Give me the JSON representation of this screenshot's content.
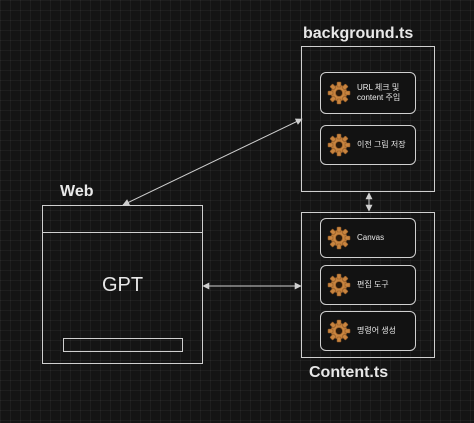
{
  "web": {
    "title": "Web",
    "screen_label": "GPT"
  },
  "background": {
    "title": "background.ts",
    "items": [
      {
        "label": "URL 체크 및\ncontent 주입",
        "icon": "gear-icon"
      },
      {
        "label": "이전 그림 저장",
        "icon": "gear-icon"
      }
    ]
  },
  "content": {
    "title": "Content.ts",
    "items": [
      {
        "label": "Canvas",
        "icon": "gear-icon"
      },
      {
        "label": "편집 도구",
        "icon": "gear-icon"
      },
      {
        "label": "명령어 생성",
        "icon": "gear-icon"
      }
    ]
  },
  "colors": {
    "background": "#141414",
    "stroke": "#cfcfcf",
    "gear": "#c8843f",
    "text": "#e8e8e8"
  }
}
